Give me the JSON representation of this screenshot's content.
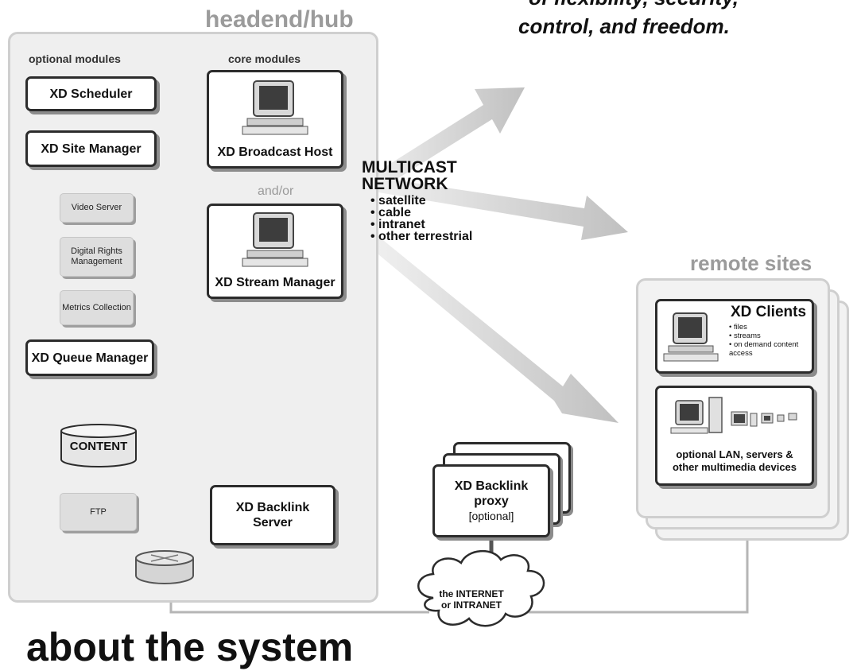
{
  "tagline": {
    "line1": "of flexibility, security,",
    "line2": "control, and freedom."
  },
  "headend": {
    "title": "headend/hub",
    "optional_header": "optional modules",
    "core_header": "core modules",
    "and_or": "and/or",
    "optional_modules": {
      "scheduler": "XD Scheduler",
      "site_manager": "XD Site Manager",
      "video_server": "Video Server",
      "drm": "Digital Rights Management",
      "metrics": "Metrics Collection",
      "queue_manager": "XD Queue Manager",
      "content": "CONTENT",
      "ftp": "FTP"
    },
    "core_modules": {
      "broadcast_host": "XD Broadcast Host",
      "stream_manager": "XD Stream Manager",
      "backlink_server": "XD Backlink Server"
    }
  },
  "network": {
    "title_line1": "MULTICAST",
    "title_line2": "NETWORK",
    "types": [
      "satellite",
      "cable",
      "intranet",
      "other terrestrial"
    ]
  },
  "remote": {
    "title": "remote sites",
    "clients_title": "XD Clients",
    "clients_items": [
      "files",
      "streams",
      "on demand content access"
    ],
    "lan_label": "optional LAN, servers & other multimedia devices"
  },
  "backlink_proxy": {
    "line1": "XD Backlink",
    "line2": "proxy",
    "line3": "[optional]"
  },
  "internet_cloud": {
    "line1": "the INTERNET",
    "line2": "or INTRANET"
  },
  "footer_heading": "about the system",
  "colors": {
    "panel_fill": "#efefef",
    "panel_border": "#cfcfcf",
    "bus": "#555555",
    "box_border": "#2c2c2c",
    "arrow": "#c4c4c4"
  }
}
